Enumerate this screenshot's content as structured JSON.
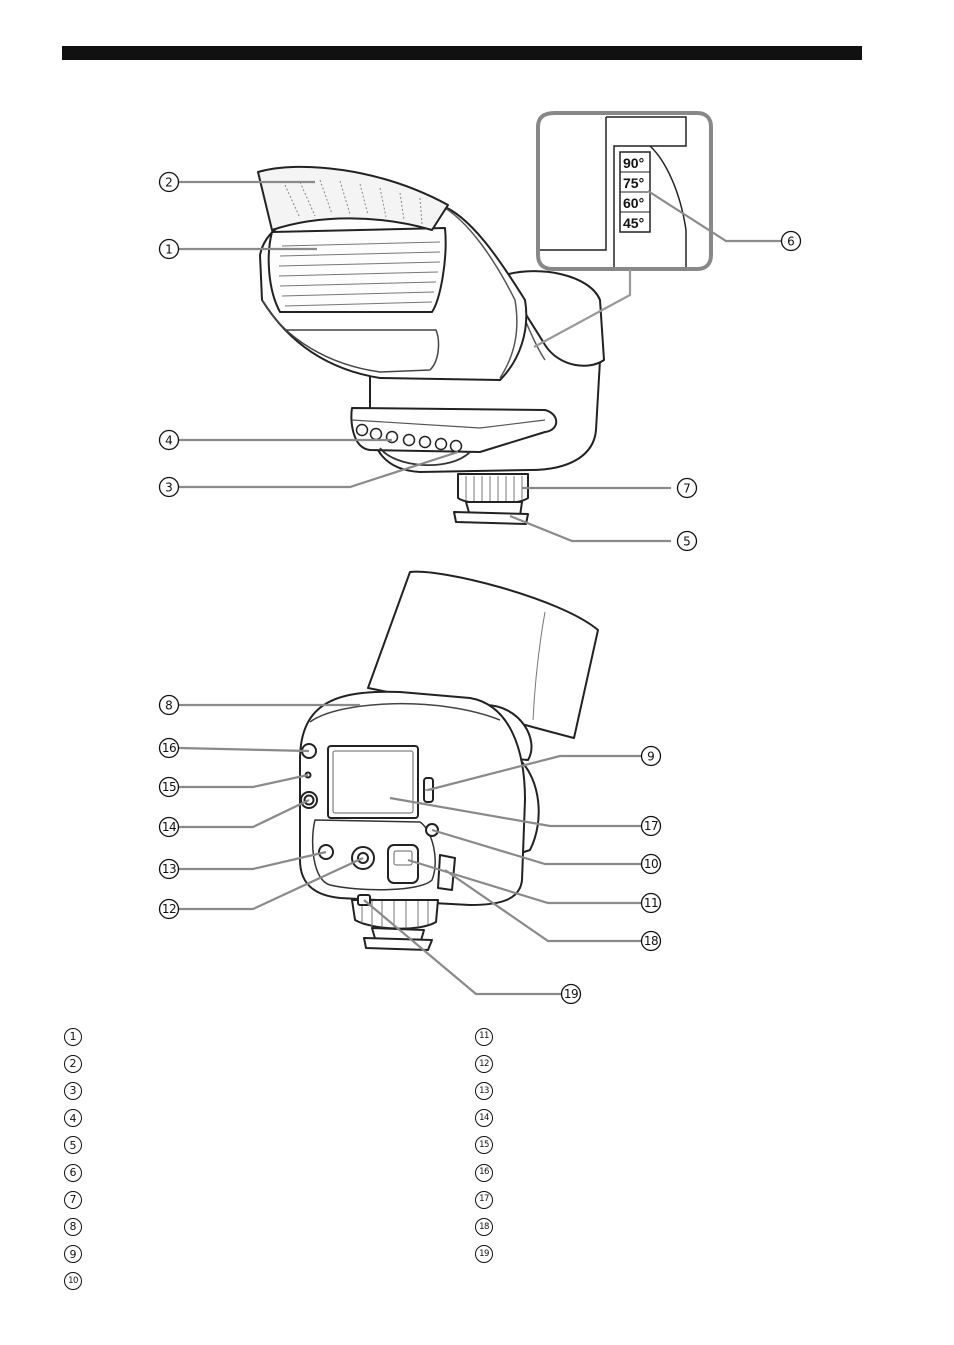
{
  "callouts": {
    "c1": "1",
    "c2": "2",
    "c3": "3",
    "c4": "4",
    "c5": "5",
    "c6": "6",
    "c7": "7",
    "c8": "8",
    "c9": "9",
    "c10": "10",
    "c11": "11",
    "c12": "12",
    "c13": "13",
    "c14": "14",
    "c15": "15",
    "c16": "16",
    "c17": "17",
    "c18": "18",
    "c19": "19"
  },
  "bounce_scale": [
    "90°",
    "75°",
    "60°",
    "45°"
  ],
  "legend": {
    "left": [
      {
        "num": "1",
        "text": ""
      },
      {
        "num": "2",
        "text": ""
      },
      {
        "num": "3",
        "text": ""
      },
      {
        "num": "4",
        "text": ""
      },
      {
        "num": "5",
        "text": ""
      },
      {
        "num": "6",
        "text": ""
      },
      {
        "num": "7",
        "text": ""
      },
      {
        "num": "8",
        "text": ""
      },
      {
        "num": "9",
        "text": ""
      },
      {
        "num": "10",
        "text": ""
      }
    ],
    "right": [
      {
        "num": "11",
        "text": ""
      },
      {
        "num": "12",
        "text": ""
      },
      {
        "num": "13",
        "text": ""
      },
      {
        "num": "14",
        "text": ""
      },
      {
        "num": "15",
        "text": ""
      },
      {
        "num": "16",
        "text": ""
      },
      {
        "num": "17",
        "text": ""
      },
      {
        "num": "18",
        "text": ""
      },
      {
        "num": "19",
        "text": ""
      }
    ]
  }
}
